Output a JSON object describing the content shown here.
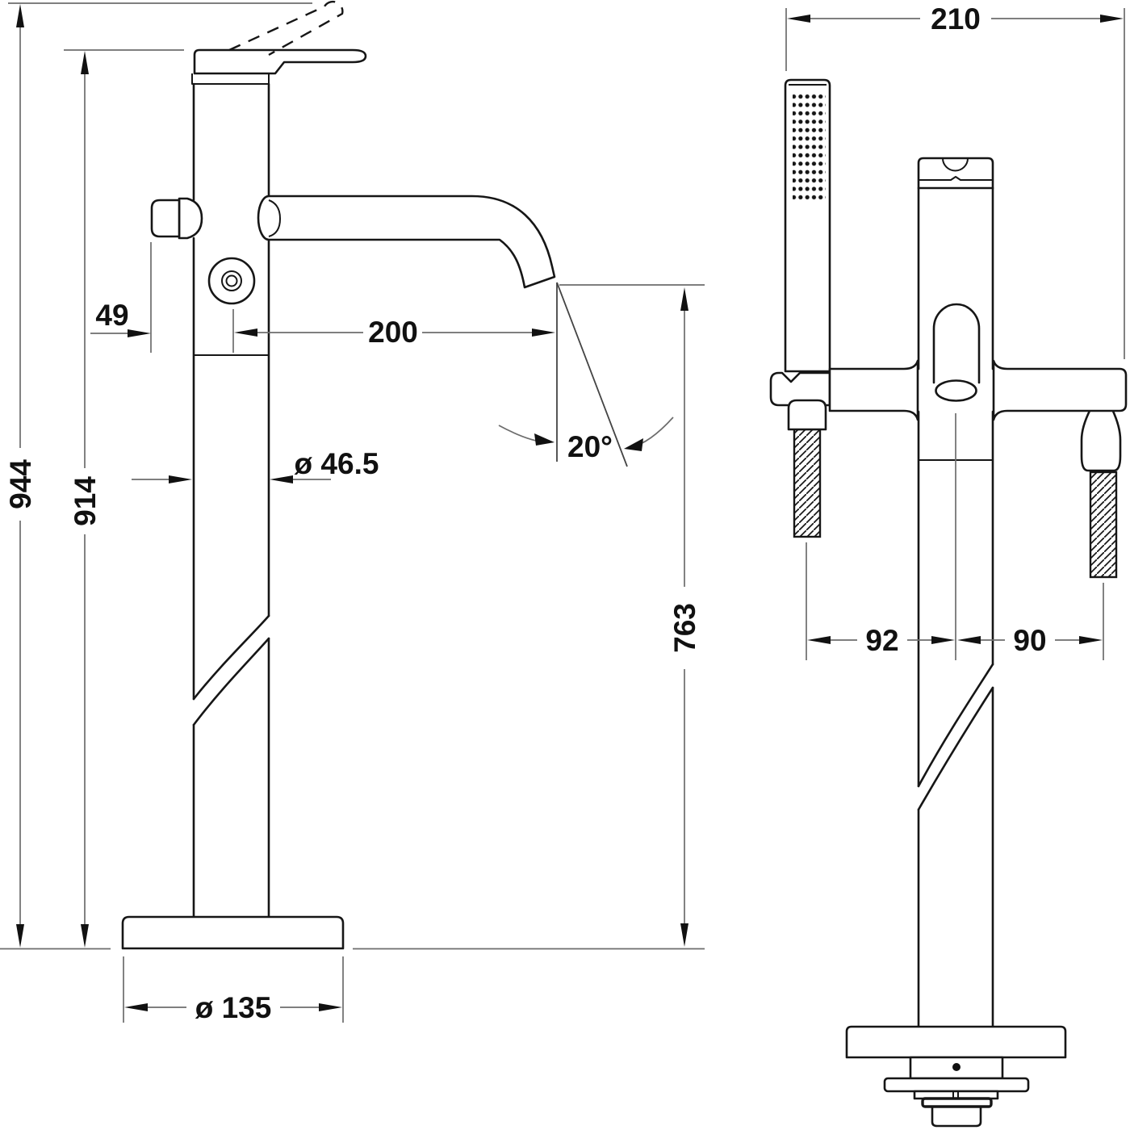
{
  "labels": {
    "side_view": {
      "overall_height": "944",
      "handle_height": "914",
      "hose_offset": "49",
      "spout_reach": "200",
      "column_diameter": "ø 46.5",
      "spout_angle": "20°",
      "spout_outlet_height": "763",
      "base_diameter": "ø 135"
    },
    "front_view": {
      "overall_width": "210",
      "handshower_offset": "92",
      "handle_offset": "90"
    }
  },
  "colors": {
    "outline": "#161616",
    "dimension": "#6d6d6d",
    "background": "#ffffff"
  }
}
